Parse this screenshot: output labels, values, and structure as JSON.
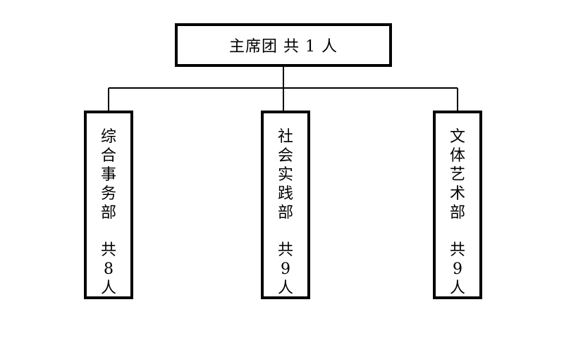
{
  "root": {
    "name": "主席团",
    "count_text": "共 1 人"
  },
  "departments": [
    {
      "name": [
        "综",
        "合",
        "事",
        "务",
        "部"
      ],
      "count": [
        "共",
        "8",
        "人"
      ]
    },
    {
      "name": [
        "社",
        "会",
        "实",
        "践",
        "部"
      ],
      "count": [
        "共",
        "9",
        "人"
      ]
    },
    {
      "name": [
        "文",
        "体",
        "艺",
        "术",
        "部"
      ],
      "count": [
        "共",
        "9",
        "人"
      ]
    }
  ]
}
